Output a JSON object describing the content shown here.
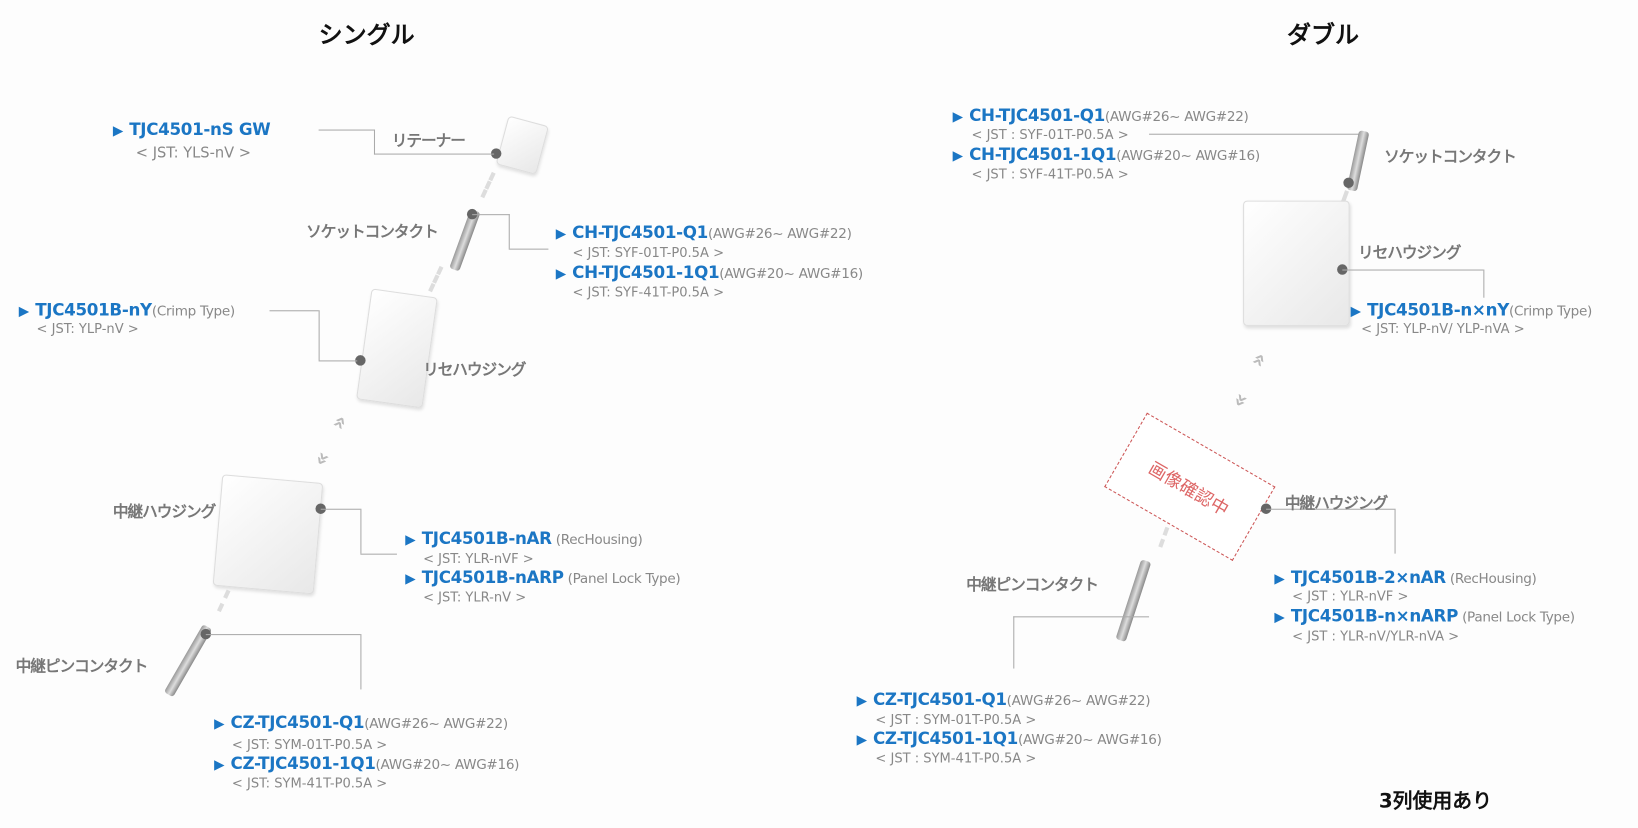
{
  "headers": {
    "single": "シングル",
    "double": "ダブル"
  },
  "single": {
    "retainer": {
      "label": "リテーナー",
      "part": "TJC4501-nS GW",
      "jst": "< JST: YLS-nV >"
    },
    "socket": {
      "label": "ソケットコンタクト",
      "items": [
        {
          "part": "CH-TJC4501-Q1",
          "note": "(AWG#26~ AWG#22)",
          "jst": "< JST: SYF-01T-P0.5A >"
        },
        {
          "part": "CH-TJC4501-1Q1",
          "note": "(AWG#20~ AWG#16)",
          "jst": "< JST: SYF-41T-P0.5A >"
        }
      ]
    },
    "receptacle": {
      "label": "リセハウジング",
      "part": "TJC4501B-nY",
      "note": "(Crimp Type)",
      "jst": "< JST: YLP-nV >"
    },
    "relay_housing": {
      "label": "中継ハウジング",
      "items": [
        {
          "part": "TJC4501B-nAR",
          "note": " (RecHousing)",
          "jst": "< JST: YLR-nVF >"
        },
        {
          "part": "TJC4501B-nARP",
          "note": " (Panel Lock Type)",
          "jst": "< JST: YLR-nV >"
        }
      ]
    },
    "relay_pin": {
      "label": "中継ピンコンタクト",
      "items": [
        {
          "part": "CZ-TJC4501-Q1",
          "note": "(AWG#26~ AWG#22)",
          "jst": "< JST: SYM-01T-P0.5A >"
        },
        {
          "part": "CZ-TJC4501-1Q1",
          "note": "(AWG#20~ AWG#16)",
          "jst": "< JST: SYM-41T-P0.5A >"
        }
      ]
    }
  },
  "double": {
    "socket": {
      "label": "ソケットコンタクト",
      "items": [
        {
          "part": "CH-TJC4501-Q1",
          "note": "(AWG#26~ AWG#22)",
          "jst": "< JST : SYF-01T-P0.5A >"
        },
        {
          "part": "CH-TJC4501-1Q1",
          "note": "(AWG#20~ AWG#16)",
          "jst": "< JST : SYF-41T-P0.5A >"
        }
      ]
    },
    "receptacle": {
      "label": "リセハウジング",
      "part": "TJC4501B-n×nY",
      "note": "(Crimp Type)",
      "jst": "< JST: YLP-nV/ YLP-nVA >"
    },
    "placeholder": "画像確認中",
    "relay_housing": {
      "label": "中継ハウジング",
      "items": [
        {
          "part": "TJC4501B-2×nAR",
          "note": " (RecHousing)",
          "jst": "< JST : YLR-nVF >"
        },
        {
          "part": "TJC4501B-n×nARP",
          "note": " (Panel Lock Type)",
          "jst": "< JST : YLR-nV/YLR-nVA >"
        }
      ]
    },
    "relay_pin": {
      "label": "中継ピンコンタクト",
      "items": [
        {
          "part": "CZ-TJC4501-Q1",
          "note": "(AWG#26~ AWG#22)",
          "jst": "< JST : SYM-01T-P0.5A >"
        },
        {
          "part": "CZ-TJC4501-1Q1",
          "note": "(AWG#20~ AWG#16)",
          "jst": "< JST : SYM-41T-P0.5A >"
        }
      ]
    },
    "note": "3列使用あり"
  },
  "tri": "▶"
}
